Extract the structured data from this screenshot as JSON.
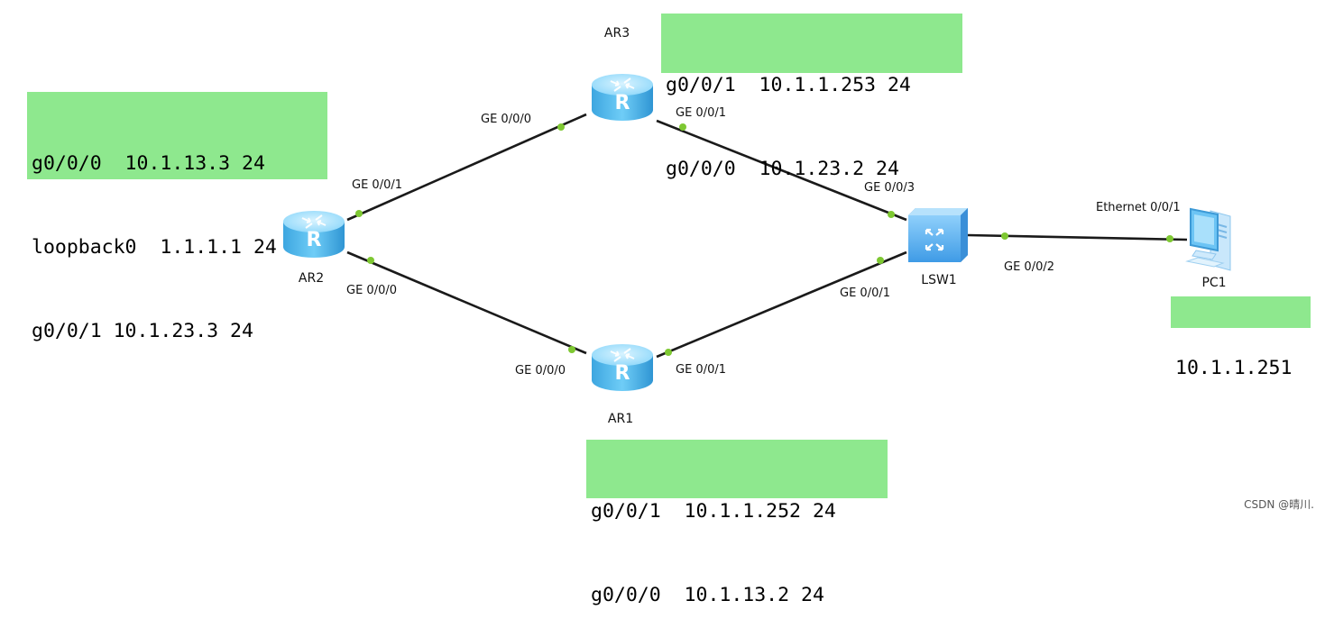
{
  "devices": {
    "ar1": {
      "name": "AR1",
      "icon": "router-icon"
    },
    "ar2": {
      "name": "AR2",
      "icon": "router-icon"
    },
    "ar3": {
      "name": "AR3",
      "icon": "router-icon"
    },
    "lsw1": {
      "name": "LSW1",
      "icon": "switch-icon"
    },
    "pc1": {
      "name": "PC1",
      "icon": "pc-icon"
    }
  },
  "links": [
    {
      "from": "ar2",
      "to": "ar3",
      "from_port": "GE 0/0/1",
      "to_port": "GE 0/0/0"
    },
    {
      "from": "ar3",
      "to": "lsw1",
      "from_port": "GE 0/0/1",
      "to_port": "GE 0/0/3"
    },
    {
      "from": "ar2",
      "to": "ar1",
      "from_port": "GE 0/0/0",
      "to_port": "GE 0/0/0"
    },
    {
      "from": "ar1",
      "to": "lsw1",
      "from_port": "GE 0/0/1",
      "to_port": "GE 0/0/1"
    },
    {
      "from": "lsw1",
      "to": "pc1",
      "from_port": "GE 0/0/2",
      "to_port": "Ethernet 0/0/1"
    }
  ],
  "notes": {
    "ar3": [
      "g0/0/1  10.1.1.253 24",
      "g0/0/0  10.1.23.2 24"
    ],
    "ar2": [
      "g0/0/0  10.1.13.3 24",
      "loopback0  1.1.1.1 24",
      "g0/0/1 10.1.23.3 24"
    ],
    "ar1": [
      "g0/0/1  10.1.1.252 24",
      "g0/0/0  10.1.13.2 24"
    ],
    "pc1": [
      "10.1.1.251"
    ]
  },
  "colors": {
    "note_background": "#8ee88e",
    "link": "#1a1a1a",
    "port_dot": "#7ec832",
    "router": "#49b8ee",
    "switch": "#5aa7ea"
  },
  "watermark": "CSDN @晴川."
}
